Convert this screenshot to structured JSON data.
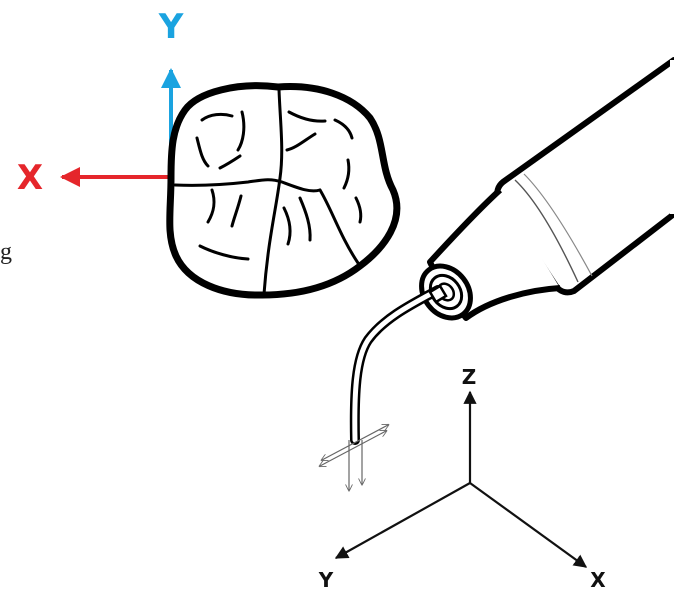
{
  "tooth_axes": {
    "y_label": "Y",
    "x_label": "X",
    "y_color": "#1aa3e0",
    "x_color": "#e5262b"
  },
  "world_axes": {
    "z_label": "Z",
    "y_label": "Y",
    "x_label": "X"
  },
  "edge_text": "g",
  "icons": {
    "tooth": "tooth-occlusal-icon",
    "handpiece": "ultrasonic-scaler-handpiece-icon",
    "tip": "scaler-tip-icon",
    "vibration": "vibration-arrows-icon"
  }
}
